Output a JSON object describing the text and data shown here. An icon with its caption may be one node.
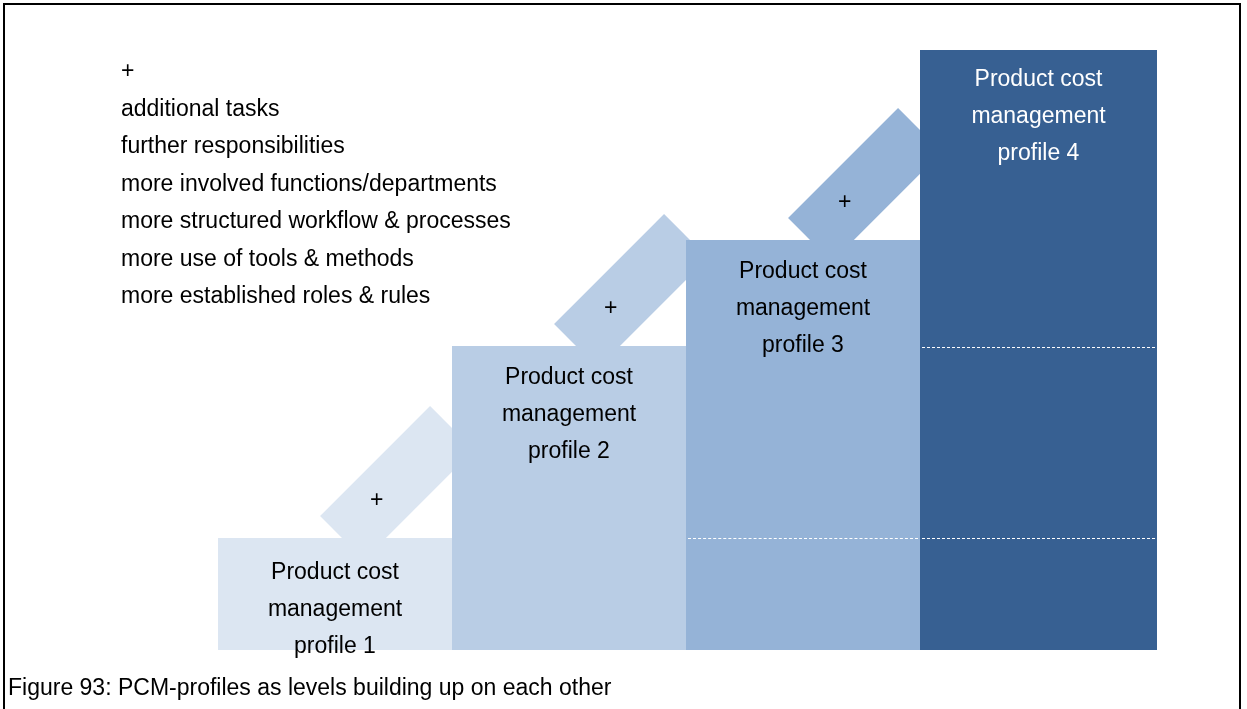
{
  "diagram": {
    "caption": "Figure 93: PCM-profiles as levels building up on each other",
    "nodes": [
      {
        "text": [
          "Product cost management profile 1"
        ]
      },
      {
        "text": [
          "Product cost management profile 2"
        ]
      },
      {
        "text": [
          "Product cost management profile 3"
        ]
      },
      {
        "text": [
          "Product cost management profile 4"
        ]
      }
    ],
    "edges": [
      {
        "from": 0,
        "to": 1,
        "arrow": "none",
        "label": "+"
      },
      {
        "from": 1,
        "to": 2,
        "arrow": "none",
        "label": "+"
      },
      {
        "from": 2,
        "to": 3,
        "arrow": "none",
        "label": "+"
      }
    ],
    "labels": [
      "+",
      "additional tasks",
      "further responsibilities",
      "more involved functions/departments",
      "more structured workflow & processes",
      "more use of tools & methods",
      "more established roles & rules"
    ]
  }
}
